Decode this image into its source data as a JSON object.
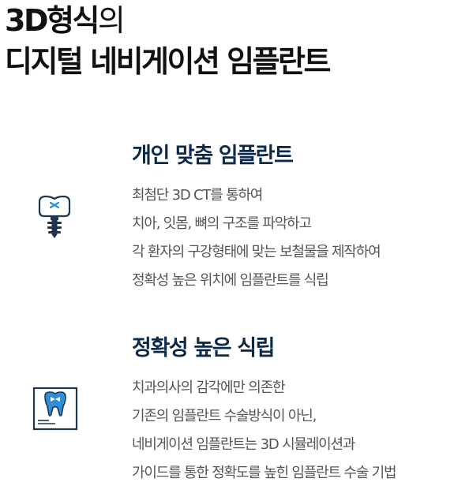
{
  "headline": {
    "line1_bold": "3D형식",
    "line1_light": "의",
    "line2": "디지털 네비게이션 임플란트"
  },
  "features": [
    {
      "title": "개인 맞춤 임플란트",
      "icon": "dental-implant-icon",
      "lines": [
        "최첨단 3D CT를 통하여",
        "치아, 잇몸, 뼈의 구조를 파악하고",
        "각 환자의 구강형태에 맞는 보철물을 제작하여",
        "정확성 높은 위치에 임플란트를 식립"
      ]
    },
    {
      "title": "정확성 높은 식립",
      "icon": "tooth-monitor-icon",
      "lines": [
        "치과의사의 감각에만 의존한",
        "기존의 임플란트 수술방식이 아닌,",
        "네비게이션 임플란트는 3D 시뮬레이션과",
        "가이드를 통한 정확도를 높힌 임플란트 수술 기법"
      ]
    }
  ],
  "colors": {
    "title": "#0d2a4b",
    "body": "#555555",
    "icon_navy": "#1f3652",
    "icon_blue": "#2f8fd6"
  }
}
